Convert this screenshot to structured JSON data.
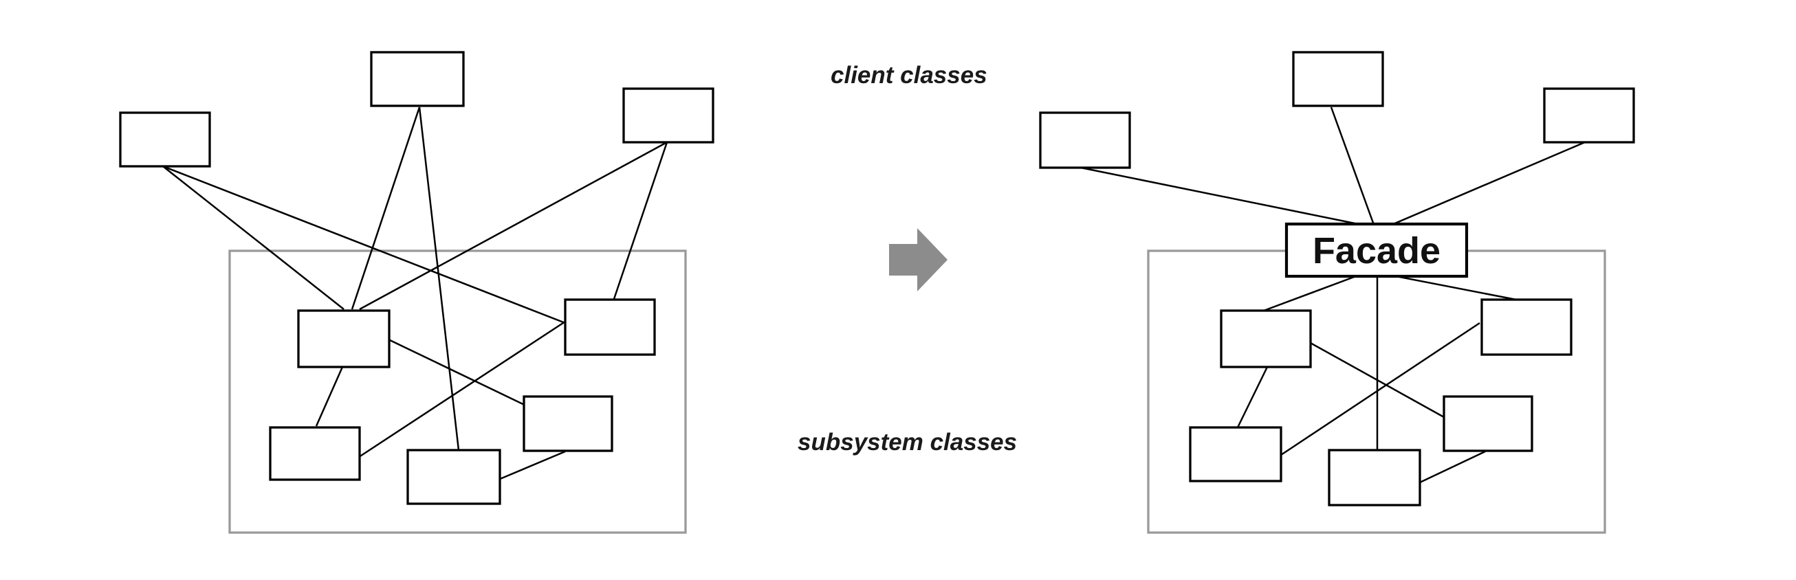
{
  "labels": {
    "client_classes": "client classes",
    "subsystem_classes": "subsystem classes",
    "facade": "Facade"
  },
  "colors": {
    "box_stroke": "#000000",
    "frame_stroke": "#9a9a9a",
    "arrow_fill": "#8c8c8c",
    "background": "#ffffff"
  },
  "icons": {
    "transition": "right-arrow-icon"
  }
}
